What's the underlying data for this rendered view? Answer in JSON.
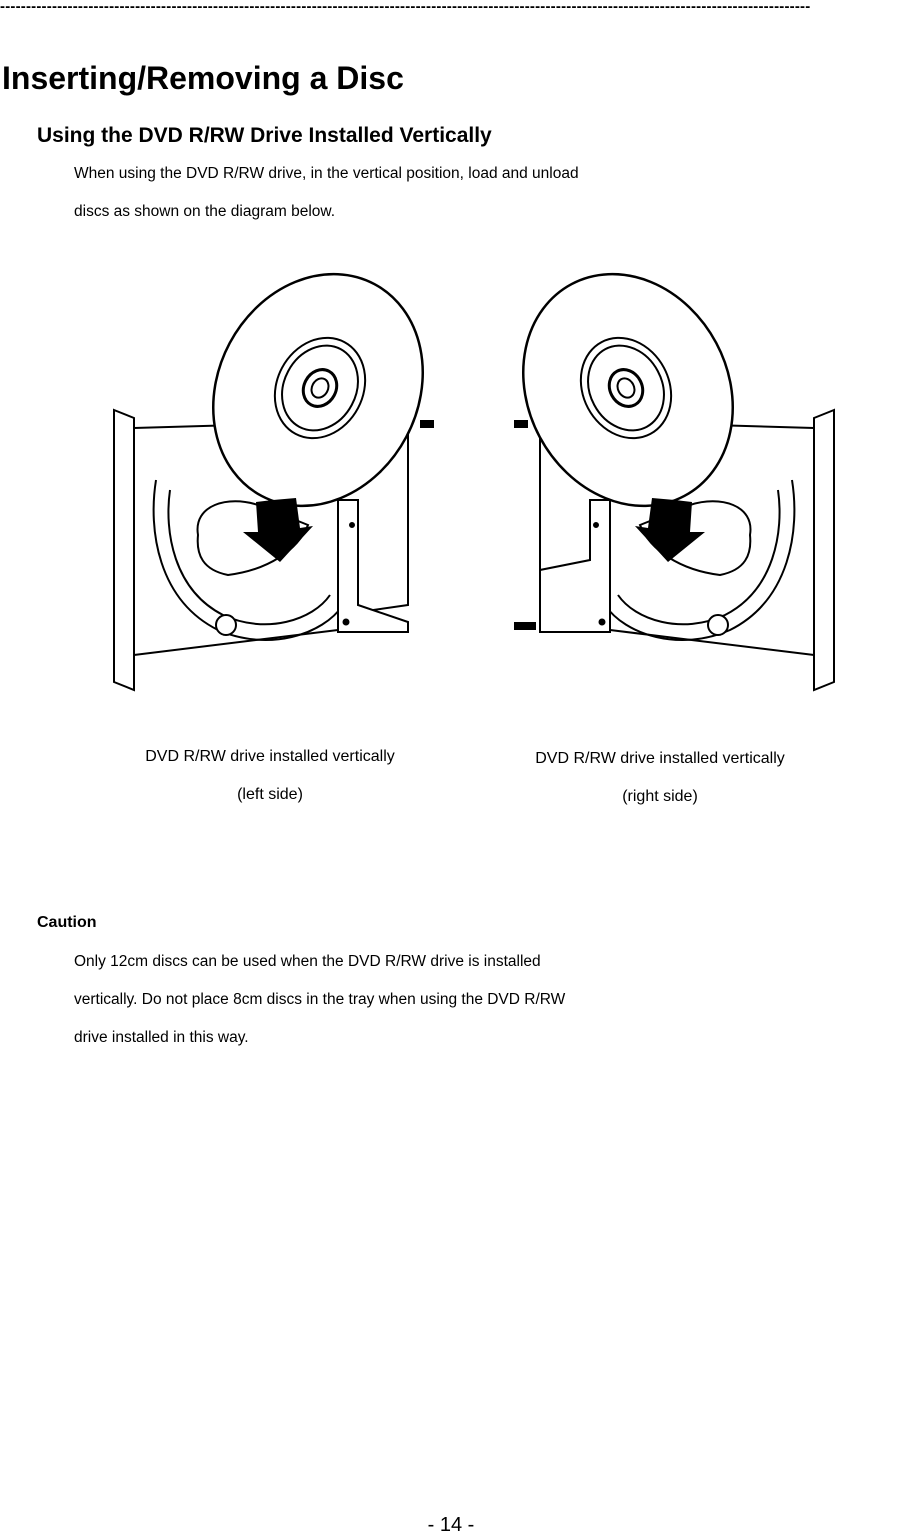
{
  "header": {
    "rule": "------------------------------------------------------------------------------------------------------------------------------------------------------------"
  },
  "title": "Inserting/Removing a Disc",
  "subtitle": "Using the DVD R/RW Drive Installed Vertically",
  "intro": {
    "line1": "When using the DVD R/RW drive, in the vertical position, load and unload",
    "line2": "discs as shown on the diagram below."
  },
  "figures": [
    {
      "icon": "disc-tray-left-illustration",
      "caption_line1": "DVD R/RW drive installed vertically",
      "caption_line2": "(left side)"
    },
    {
      "icon": "disc-tray-right-illustration",
      "caption_line1": "DVD R/RW drive installed vertically",
      "caption_line2": "(right side)"
    }
  ],
  "caution": {
    "label": "Caution",
    "line1": "Only 12cm discs can be used when the DVD R/RW drive is installed",
    "line2": "vertically. Do not place 8cm discs in the tray when using the DVD R/RW",
    "line3": "drive installed in this way."
  },
  "footer": {
    "page_number": "- 14 -"
  }
}
